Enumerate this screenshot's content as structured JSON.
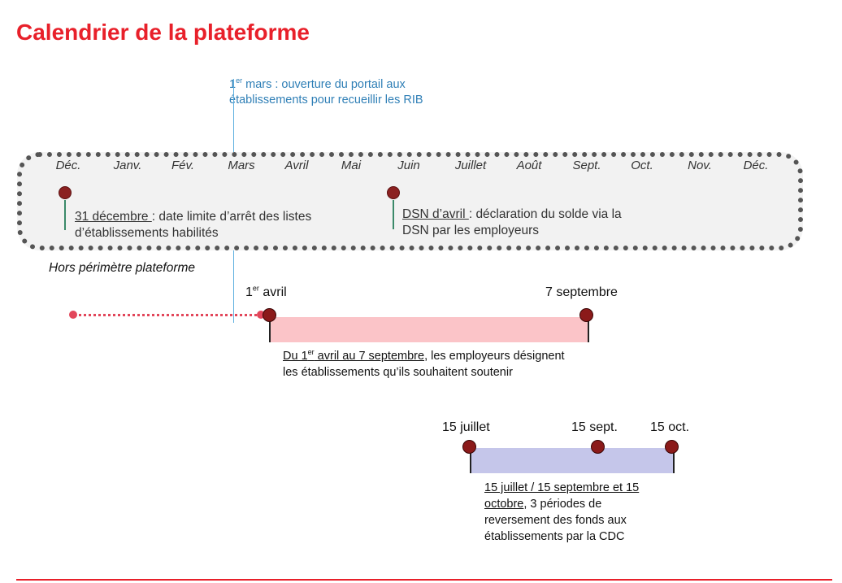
{
  "title": "Calendrier de la plateforme",
  "mars_note": {
    "prefix": "1",
    "sup": "er",
    "text": " mars : ouverture du portail aux établissements pour recueillir les RIB"
  },
  "months": [
    "Déc.",
    "Janv.",
    "Fév.",
    "Mars",
    "Avril",
    "Mai",
    "Juin",
    "Juillet",
    "Août",
    "Sept.",
    "Oct.",
    "Nov.",
    "Déc."
  ],
  "events": {
    "dec31": {
      "underlined": "31 décembre ",
      "text": ": date limite d’arrêt des listes d’établissements habilités"
    },
    "dsn_avril": {
      "underlined": "DSN d’avril ",
      "text": ": déclaration du solde via la DSN par les employeurs"
    }
  },
  "hors_perimetre": "Hors périmètre plateforme",
  "period_designation": {
    "start_label_prefix": "1",
    "start_label_sup": "er",
    "start_label_suffix": " avril",
    "end_label": "7 septembre",
    "desc_underlined_prefix": "Du 1",
    "desc_underlined_sup": "er",
    "desc_underlined_suffix": " avril au 7 septembre",
    "desc_text": ", les employeurs désignent les établissements qu’ils souhaitent soutenir",
    "color": "#fbc4c8"
  },
  "period_reversement": {
    "labels": [
      "15 juillet",
      "15 sept.",
      "15 oct."
    ],
    "desc_underlined": "15 juillet / 15 septembre et 15 octobre",
    "desc_text": ", 3 périodes de reversement des fonds aux établissements par la CDC",
    "color": "#c5c6ea"
  },
  "colors": {
    "title": "#e8202a",
    "note": "#2f7fb6",
    "marker": "#8b2121",
    "hors_line": "#e2465a"
  }
}
